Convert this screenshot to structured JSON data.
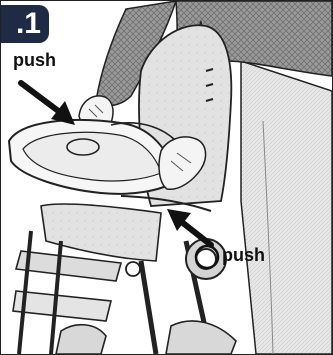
{
  "step": {
    "badge_text": ".1"
  },
  "callouts": {
    "top_label": "push",
    "bottom_label": "push"
  },
  "colors": {
    "badge_bg": "#1f2a44",
    "line_art": "#222222"
  }
}
